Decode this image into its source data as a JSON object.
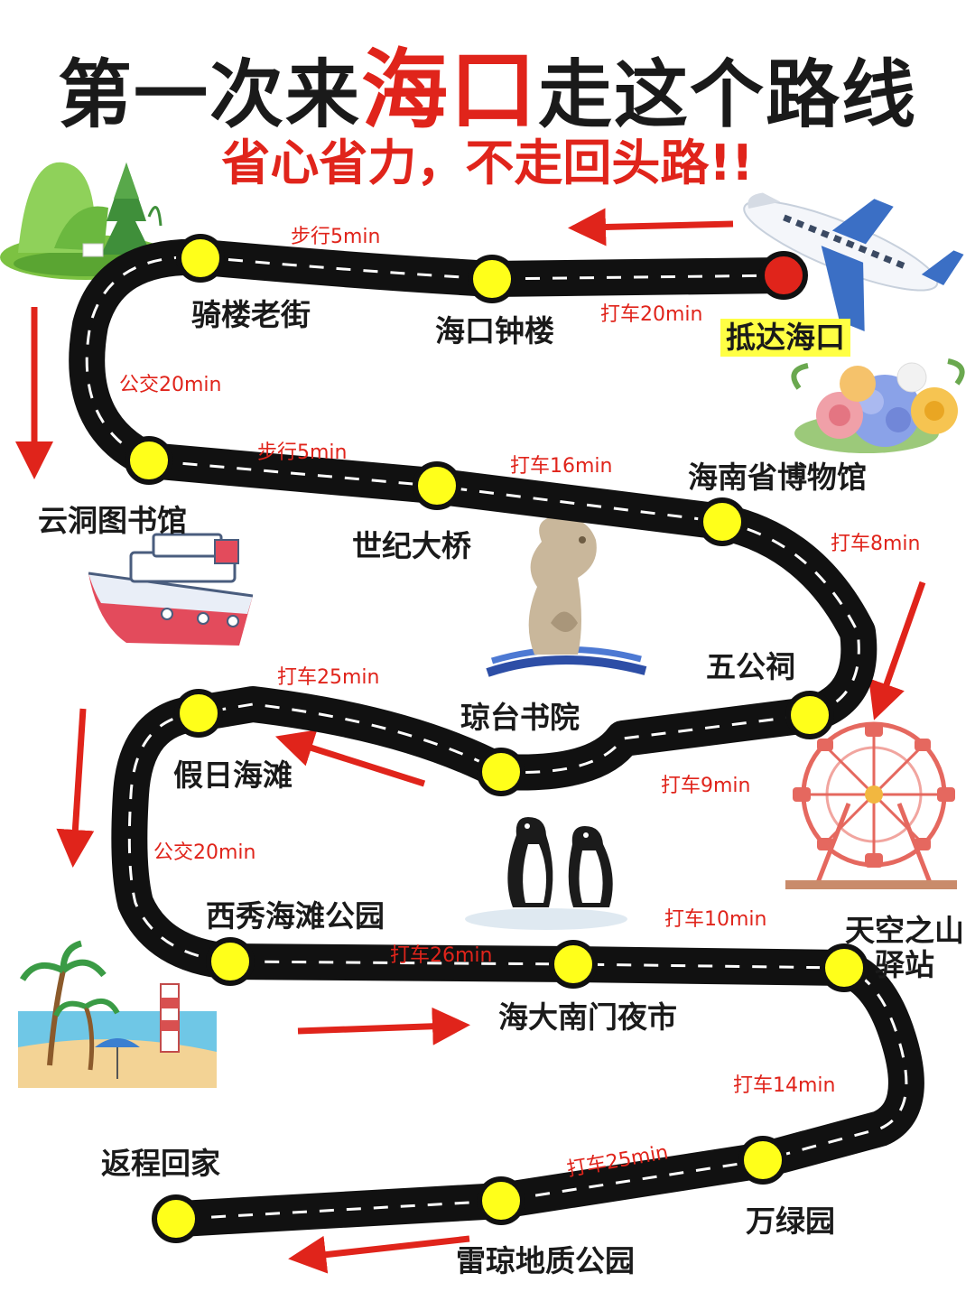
{
  "title": {
    "part1": "第一次来",
    "highlight": "海口",
    "part2": "走这个路线"
  },
  "subtitle": "省心省力，不走回头路!!",
  "stops": {
    "arrive": "抵达海口",
    "clock_tower": "海口钟楼",
    "qilou": "骑楼老街",
    "library": "云洞图书馆",
    "bridge": "世纪大桥",
    "museum": "海南省博物馆",
    "wugong": "五公祠",
    "qiongtai": "琼台书院",
    "holiday_beach": "假日海滩",
    "xixiu": "西秀海滩公园",
    "night_market": "海大南门夜市",
    "sky_mountain_line1": "天空之山",
    "sky_mountain_line2": "驿站",
    "wanlv": "万绿园",
    "leiqiong": "雷琼地质公园",
    "home": "返程回家"
  },
  "legs": {
    "arrive_to_clock": "打车20min",
    "clock_to_qilou": "步行5min",
    "qilou_to_library": "公交20min",
    "library_to_bridge": "步行5min",
    "bridge_to_museum": "打车16min",
    "museum_to_wugong": "打车8min",
    "wugong_to_qiongtai": "打车9min",
    "qiongtai_to_holiday": "打车25min",
    "holiday_to_xixiu": "公交20min",
    "xixiu_to_market": "打车26min",
    "market_to_sky": "打车10min",
    "sky_to_wanlv": "打车14min",
    "wanlv_to_leiqiong": "打车25min"
  },
  "decorations": [
    "forest-icon",
    "airplane-icon",
    "flowers-icon",
    "ship-icon",
    "merlion-statue-icon",
    "ferris-wheel-icon",
    "penguins-icon",
    "beach-icon"
  ],
  "colors": {
    "accent_red": "#e0241b",
    "road": "#111111",
    "stop_fill": "#ffff1a",
    "arrive_fill": "#e0241b",
    "arrive_label_bg": "#ffff44"
  }
}
